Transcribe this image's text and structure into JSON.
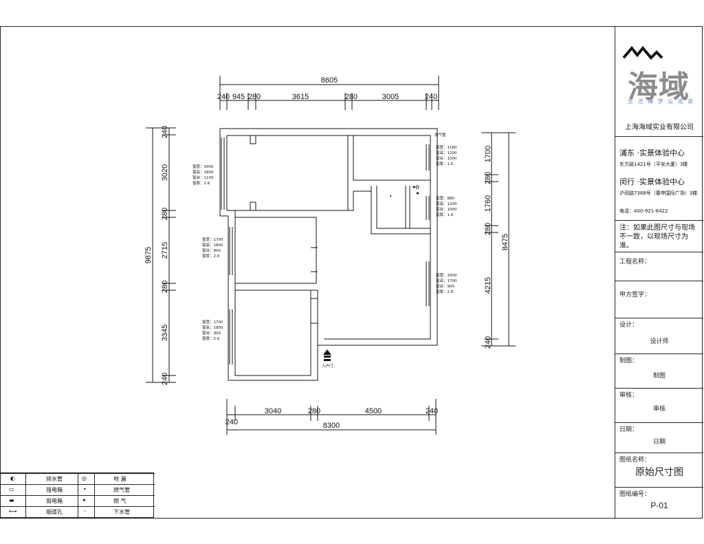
{
  "drawing": {
    "top_dims": {
      "overall": "8605",
      "segments": [
        "240",
        "945",
        "280",
        "3615",
        "280",
        "3005",
        "240"
      ]
    },
    "bottom_dims": {
      "overall": "8300",
      "segments_upper": [
        "3040",
        "280",
        "4500",
        "240"
      ],
      "segment_lower": "240"
    },
    "left_dims": {
      "overall": "9875",
      "segments": [
        "240",
        "3020",
        "280",
        "2715",
        "280",
        "3345",
        "240"
      ]
    },
    "right_dims": {
      "overall": "8475",
      "segments": [
        "1700",
        "280",
        "1760",
        "280",
        "4215",
        "240"
      ]
    },
    "notes": {
      "top_right_tag": "燃气管",
      "window_a": [
        "窗宽：1180",
        "窗高：1200",
        "窗台：1000",
        "窗厚：1.6"
      ],
      "window_b": [
        "窗宽：880",
        "窗高：1200",
        "窗台：1000",
        "窗厚：1.6"
      ],
      "window_c": [
        "窗宽：2000",
        "窗高：1700",
        "窗台：900",
        "窗厚：2.8"
      ],
      "window_d": [
        "窗宽：3000",
        "窗高：1800",
        "窗台：1100",
        "窗厚：2.6"
      ],
      "window_e": [
        "窗宽：1700",
        "窗高：1800",
        "窗台：900",
        "窗厚：2.6"
      ],
      "window_f": [
        "窗宽：1700",
        "窗高：1800",
        "窗台：900",
        "窗厚：2.6"
      ],
      "entry": "入户门"
    }
  },
  "titleblock": {
    "brand": "海域",
    "tagline": "生 活 睡 梦 设 造 家",
    "company": "上海海域实业有限公司",
    "branch1_title": "浦东 ·实景体验中心",
    "branch1_addr": "东方路1421号（平安大厦）3楼",
    "branch2_title": "闵行 ·实景体验中心",
    "branch2_addr": "沪闵路7388号（春申国际广场）3楼",
    "phone": "电话：400-921-6422",
    "note": "注：如果此图尺寸与现场不一致，以现场尺寸为准。",
    "project_label": "工程名称：",
    "client_label": "甲方签字：",
    "design_label": "设计：",
    "design_value": "设计师",
    "drafter_label": "制图：",
    "drafter_value": "制图",
    "review_label": "审核：",
    "review_value": "审核",
    "date_label": "日期：",
    "date_value": "日期",
    "drawing_name_label": "图纸名称：",
    "drawing_name": "原始尺寸图",
    "drawing_no_label": "图纸编号：",
    "drawing_no": "P-01"
  },
  "legend": {
    "rows": [
      {
        "sym1": "half-circle-icon",
        "t1": "排水管",
        "sym2": "target-icon",
        "t2": "地 漏"
      },
      {
        "sym1": "meter-box-icon",
        "t1": "强电箱",
        "sym2": "dot-icon",
        "t2": "燃气管"
      },
      {
        "sym1": "weak-box-icon",
        "t1": "弱电箱",
        "sym2": "valve-icon",
        "t2": "燃 气"
      },
      {
        "sym1": "arrow-icon",
        "t1": "烟道孔",
        "sym2": "small-circle-icon",
        "t2": "下水管"
      }
    ]
  }
}
